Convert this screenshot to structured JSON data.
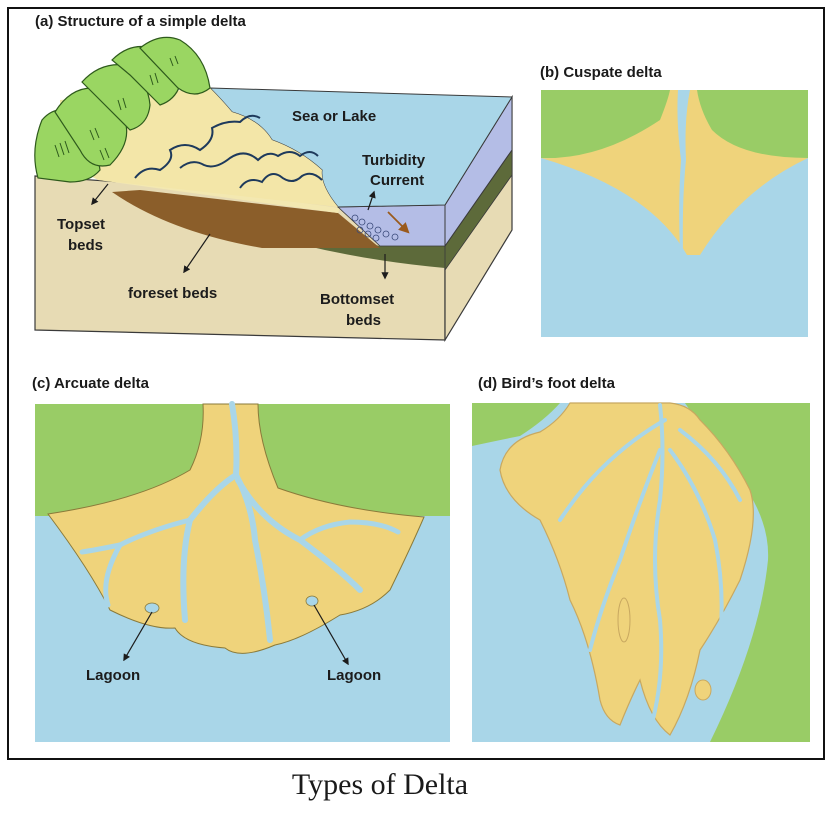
{
  "figure": {
    "caption": "Types of Delta",
    "colors": {
      "water": "#a9d6e8",
      "water_side": "#b4bde6",
      "land_green": "#99cc66",
      "hill_green": "#9ad662",
      "delta_sand": "#efd37b",
      "topset_sand": "#f3e8b1",
      "block_tan": "#e7dbb4",
      "foreset_brown": "#8b5e2a",
      "bottomset_olive": "#5d6a3a",
      "river_outline": "#1e3a5c",
      "frame": "#111111"
    }
  },
  "panels": [
    {
      "id": "a",
      "title": "(a) Structure of a simple delta",
      "labels": {
        "sea": "Sea or Lake",
        "turbidity_1": "Turbidity",
        "turbidity_2": "Current",
        "topset_1": "Topset",
        "topset_2": "beds",
        "foreset": "foreset beds",
        "bottomset_1": "Bottomset",
        "bottomset_2": "beds"
      }
    },
    {
      "id": "b",
      "title": "(b) Cuspate delta"
    },
    {
      "id": "c",
      "title": "(c) Arcuate delta",
      "labels": {
        "lagoon_left": "Lagoon",
        "lagoon_right": "Lagoon"
      }
    },
    {
      "id": "d",
      "title": "(d) Bird’s foot delta"
    }
  ]
}
